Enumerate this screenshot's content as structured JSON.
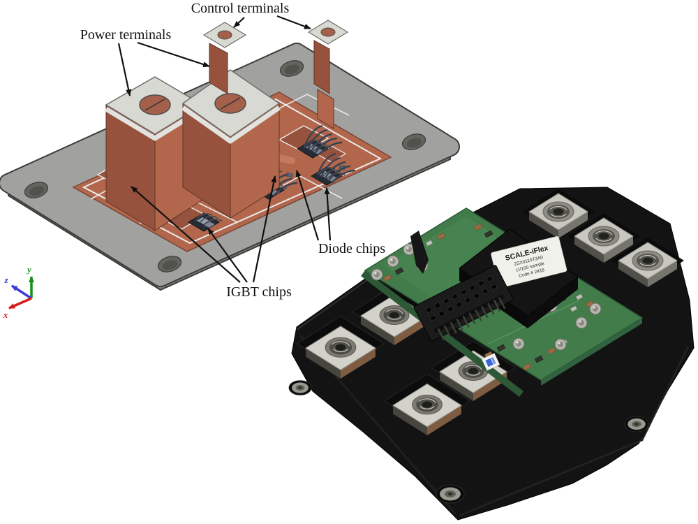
{
  "cad": {
    "annotations": {
      "control_terminals": "Control terminals",
      "power_terminals": "Power terminals",
      "diode_chips": "Diode chips",
      "igbt_chips": "IGBT chips"
    },
    "axis_triad": {
      "x": "x",
      "y": "y",
      "z": "z"
    }
  },
  "photo": {
    "driver_label": {
      "brand": "SCALE-iFlex",
      "part_number": "2SX0115T2A0",
      "series": "LV100 sample",
      "code": "Code # 2416"
    }
  },
  "palette": {
    "background": "#ffffff",
    "annotation_text": "#111111",
    "baseplate": "#a1a19f",
    "baseplate_side": "#7d7d7a",
    "copper": "#b2674c",
    "copper_dark": "#97523d",
    "copper_light": "#c47a5b",
    "plating": "#d9d9d4",
    "chip": "#262b34",
    "axis_x": "#d41b1b",
    "axis_y": "#159015",
    "axis_z": "#3b3bd6",
    "case": "#131313",
    "pcb": "#417c4a",
    "nickel": "#d2d2cb",
    "driver_label_bg": "#f1f1ec",
    "sticker_blue": "#3a67d6"
  }
}
